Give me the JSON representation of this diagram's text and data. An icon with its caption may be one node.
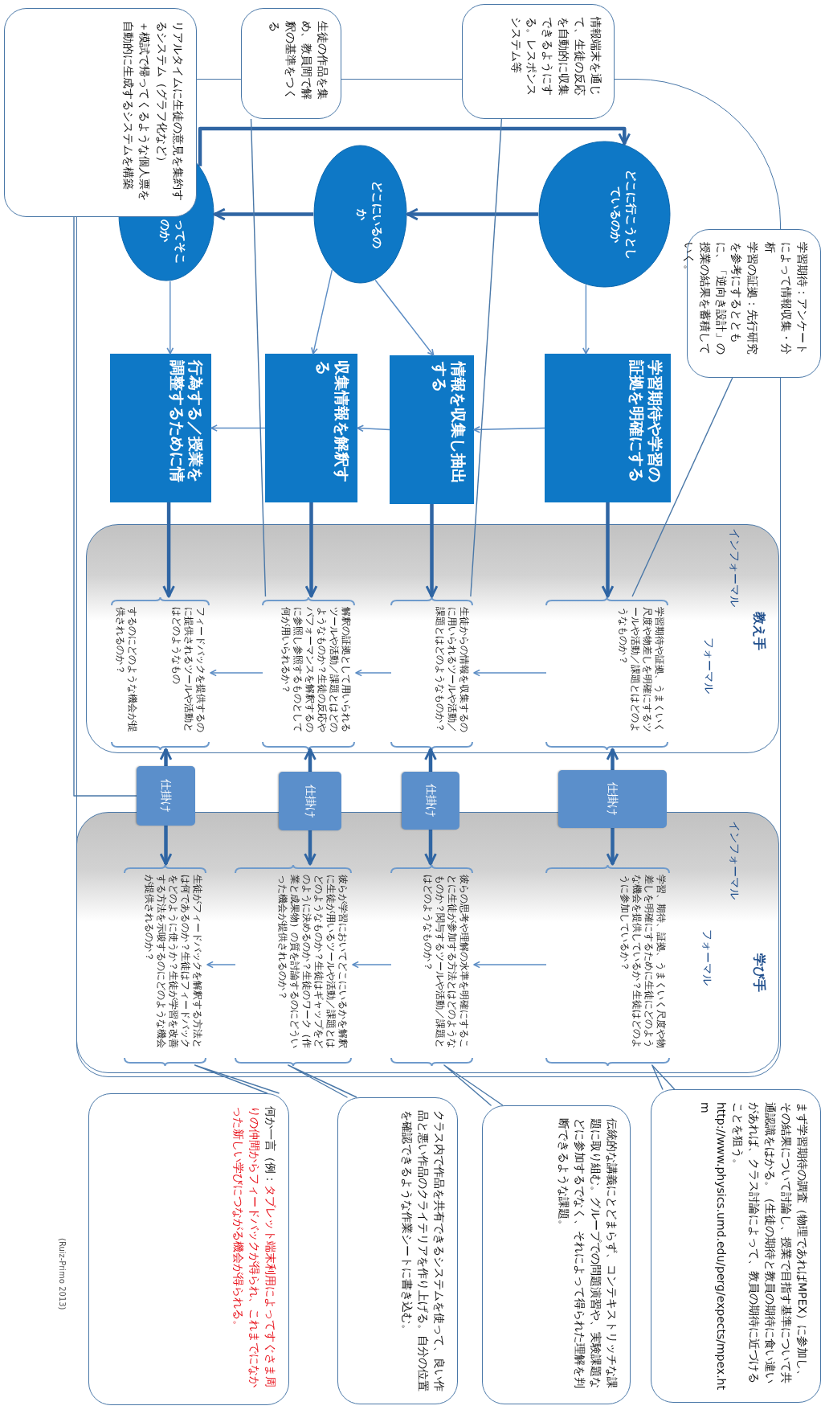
{
  "diagram": {
    "nodes": [
      {
        "text": [
          "どこに行こうとしているのか"
        ]
      },
      {
        "text": [
          "どこにいるのか"
        ]
      },
      {
        "text": [
          "ってそこ",
          "のか"
        ]
      },
      {
        "text": [
          "学習期待や学習の証拠を明確にする"
        ]
      },
      {
        "text": [
          "情報を収集し抽出する"
        ]
      },
      {
        "text": [
          "収集情報を解釈する"
        ]
      },
      {
        "text": [
          "行為する／授業を調整するために情"
        ]
      },
      {
        "text": [
          "教え手",
          "インフォーマル",
          "フォーマル"
        ]
      },
      {
        "text": [
          "学習期待や証拠、うまくいく尺度や物差しを明確にするツールや活動／課題とはどのようなものか？"
        ],
        "in": 7
      },
      {
        "text": [
          "生徒からの情報を収集するのに用いられるツールや活動／課題とはどのようなものか？"
        ],
        "in": 7
      },
      {
        "text": [
          "解釈の証拠として用いられるツールや活動／課題とはどのようなものか？生徒の反応やパフォーマンスを解釈するのに参照し参照するものとして何が用いられるか？"
        ],
        "in": 7
      },
      {
        "text": [
          "フィードバックを提供するのに提供されるツールや活動とはどのようなもの",
          "するのにどのような機会が提供されるのか？"
        ],
        "in": 7
      },
      {
        "text": [
          "仕掛け"
        ]
      },
      {
        "text": [
          "仕掛け"
        ]
      },
      {
        "text": [
          "仕掛け"
        ]
      },
      {
        "text": [
          "仕掛け"
        ]
      },
      {
        "text": [
          "学び手",
          "インフォーマル",
          "フォーマル"
        ]
      },
      {
        "text": [
          "学習、期待、証拠、うまくいく尺度や物差しを明確にするために生徒にどのような機会を提供しているか？生徒はどのように参加しているか？"
        ],
        "in": 16
      },
      {
        "text": [
          "彼らの思考や理解の水準を明確にすることに生徒が参加する方法とはどのようなものか？関与するツールや活動／課題とはどのようなものか？"
        ],
        "in": 16
      },
      {
        "text": [
          "彼らが学習においてどこにいるかを解釈に生徒が用いるツールや活動／課題とはどのようなものか？生徒はギャップをどのように決めるのか？生徒のワーク（作業と成果物）の質を討論するのにどういった機会が提供されるのか？"
        ],
        "in": 16
      },
      {
        "text": [
          "生徒がフィードバックを解釈する方法とは何であるのか？生徒はフィードバックをどのように使うか？生徒が学習を改善する方法を示唆するのにどのような機会が提供されるのか？"
        ],
        "in": 16
      },
      {
        "text": [
          "学習期待：アンケートによって情報収集・分析",
          "学習の証拠：先行研究を参考にするとともに、「逆向き設計」の授業の結果を蓄積していく。"
        ]
      },
      {
        "text": [
          "情報端末を通じて、生徒の反応を自動的に収集できるようにする。レスポンスシステム等"
        ]
      },
      {
        "text": [
          "生徒の作品を集め、教員間で解釈の基準をつくる"
        ]
      },
      {
        "text": [
          "リアルタイムに生徒の意見を集約するシステム（グラフ化など）",
          "＋模試で帰ってくるような個人票を自動的に生成するシステムを構築"
        ]
      },
      {
        "text": [
          "まず学習期待の調査（物理であればMPEX）に参加し、その結果について討論し、授業で目指す基準について共通認識をはかる。（生徒の期待と教員の期待に食い違いがあれば、クラス討論によって、教員の期待に近づけることを狙う。",
          "http://www.physics.umd.edu/perg/expects/mpex.htm"
        ]
      },
      {
        "text": [
          "伝統的な講義にとどまらず、コンテキストリッチな課題に取り組む。グループでの問題演習や、実験課題などに参加するでなく、それによって得られた理解を判断できるような課題。"
        ]
      },
      {
        "text": [
          "クラス内で作品を共有できるシステムを使って、良い作品と悪い作品のクライテリアを作り上げる。自分の位置を確認できるような作業シートに書き込む。"
        ]
      },
      {
        "text": [
          "何か一言（例：",
          "タブレット端末利用によってすぐさま周りの仲間からフィードバックが得られ、これまでになかった新しい学びにつながる機会が得られる。"
        ]
      }
    ],
    "edges": [
      {
        "from": 2,
        "to": 0,
        "arrow": "to",
        "style": "thick"
      },
      {
        "from": 0,
        "to": 1,
        "arrow": "to",
        "style": "thick"
      },
      {
        "from": 1,
        "to": 2,
        "arrow": "to",
        "style": "thick"
      },
      {
        "from": 0,
        "to": 3,
        "arrow": "to"
      },
      {
        "from": 1,
        "to": 4,
        "arrow": "to"
      },
      {
        "from": 1,
        "to": 5,
        "arrow": "to"
      },
      {
        "from": 2,
        "to": 6,
        "arrow": "to"
      },
      {
        "from": 3,
        "to": 4,
        "arrow": "to"
      },
      {
        "from": 4,
        "to": 5,
        "arrow": "to"
      },
      {
        "from": 5,
        "to": 6,
        "arrow": "to"
      },
      {
        "from": 3,
        "to": 8,
        "arrow": "to",
        "style": "thick"
      },
      {
        "from": 4,
        "to": 9,
        "arrow": "to",
        "style": "thick"
      },
      {
        "from": 5,
        "to": 10,
        "arrow": "to",
        "style": "thick"
      },
      {
        "from": 6,
        "to": 11,
        "arrow": "to",
        "style": "thick"
      },
      {
        "from": 8,
        "to": 9,
        "arrow": "to"
      },
      {
        "from": 9,
        "to": 10,
        "arrow": "to"
      },
      {
        "from": 10,
        "to": 11,
        "arrow": "to"
      },
      {
        "from": 12,
        "to": 8,
        "arrow": "to",
        "style": "thick"
      },
      {
        "from": 13,
        "to": 9,
        "arrow": "to",
        "style": "thick"
      },
      {
        "from": 14,
        "to": 10,
        "arrow": "to",
        "style": "thick"
      },
      {
        "from": 15,
        "to": 11,
        "arrow": "to",
        "style": "thick"
      },
      {
        "from": 12,
        "to": 17,
        "arrow": "to",
        "style": "thick"
      },
      {
        "from": 13,
        "to": 18,
        "arrow": "to",
        "style": "thick"
      },
      {
        "from": 14,
        "to": 19,
        "arrow": "to",
        "style": "thick"
      },
      {
        "from": 15,
        "to": 20,
        "arrow": "to",
        "style": "thick"
      },
      {
        "from": 17,
        "to": 18,
        "arrow": "to"
      },
      {
        "from": 18,
        "to": 19,
        "arrow": "to"
      },
      {
        "from": 19,
        "to": 20,
        "arrow": "to"
      },
      {
        "from": 21,
        "to": 8,
        "arrow": "none"
      },
      {
        "from": 22,
        "to": 9,
        "arrow": "none"
      },
      {
        "from": 23,
        "to": 10,
        "arrow": "none"
      },
      {
        "from": 24,
        "to": 15,
        "arrow": "none"
      },
      {
        "from": 25,
        "to": 17,
        "arrow": "none"
      },
      {
        "from": 26,
        "to": 18,
        "arrow": "none"
      },
      {
        "from": 27,
        "to": 19,
        "arrow": "none"
      },
      {
        "from": 28,
        "to": 20,
        "arrow": "none"
      }
    ],
    "labels": [
      "(Ruiz-Primo 2013)"
    ]
  }
}
